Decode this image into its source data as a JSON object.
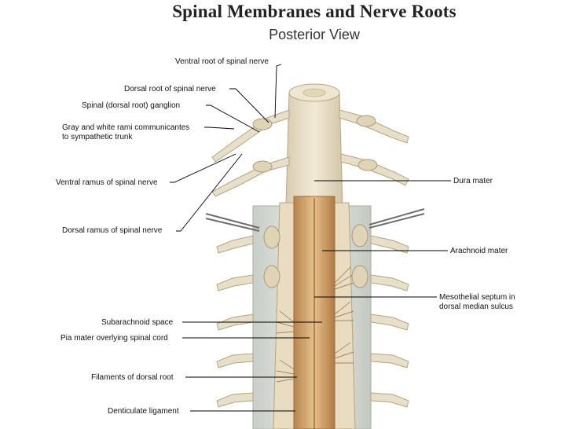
{
  "title": "Spinal Membranes and Nerve Roots",
  "subtitle": "Posterior View",
  "labels": {
    "ventral_root": "Ventral root of spinal nerve",
    "dorsal_root": "Dorsal root of spinal nerve",
    "spinal_ganglion": "Spinal (dorsal root) ganglion",
    "rami_line1": "Gray and white rami communicantes",
    "rami_line2": "to sympathetic trunk",
    "ventral_ramus": "Ventral ramus of spinal nerve",
    "dorsal_ramus": "Dorsal ramus of spinal nerve",
    "subarachnoid": "Subarachnoid space",
    "pia_mater": "Pia mater overlying spinal cord",
    "filaments": "Filaments of dorsal root",
    "denticulate": "Denticulate ligament",
    "dura_mater": "Dura mater",
    "arachnoid": "Arachnoid mater",
    "septum_line1": "Mesothelial septum in",
    "septum_line2": "dorsal median sulcus"
  }
}
